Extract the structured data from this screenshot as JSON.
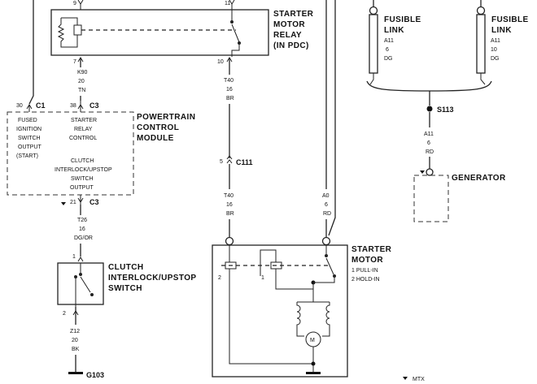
{
  "relay": {
    "title": [
      "STARTER",
      "MOTOR",
      "RELAY",
      "(IN PDC)"
    ],
    "pin_9": "9",
    "pin_11": "11",
    "pin_7": "7",
    "pin_10": "10"
  },
  "wires": {
    "k90": [
      "K90",
      "20",
      "TN"
    ],
    "t40_top": [
      "T40",
      "16",
      "BR"
    ],
    "t40_bot": [
      "T40",
      "16",
      "BR"
    ],
    "a0": [
      "A0",
      "6",
      "RD"
    ],
    "t26": [
      "T26",
      "16",
      "DG/OR"
    ],
    "z12": [
      "Z12",
      "20",
      "BK"
    ],
    "a11_left": [
      "A11",
      "6",
      "DG"
    ],
    "a11_right": [
      "A11",
      "10",
      "DG"
    ],
    "a11_mid": [
      "A11",
      "6",
      "RD"
    ]
  },
  "pcm": {
    "title": [
      "POWERTRAIN",
      "CONTROL",
      "MODULE"
    ],
    "pin_30": "30",
    "c1": "C1",
    "pin_38": "38",
    "c3_top": "C3",
    "pin_21": "21",
    "c3_bot": "C3",
    "fused_ign": [
      "FUSED",
      "IGNITION",
      "SWITCH",
      "OUTPUT",
      "(START)"
    ],
    "starter_relay_ctrl": [
      "STARTER",
      "RELAY",
      "CONTROL"
    ],
    "clutch_out": [
      "CLUTCH",
      "INTERLOCK/UPSTOP",
      "SWITCH",
      "OUTPUT"
    ]
  },
  "c111": {
    "pin": "5",
    "label": "C111"
  },
  "clutch_switch": {
    "title": [
      "CLUTCH",
      "INTERLOCK/UPSTOP",
      "SWITCH"
    ],
    "pin_1": "1",
    "pin_2": "2"
  },
  "ground": {
    "label": "G103"
  },
  "fusible_links": {
    "left": [
      "FUSIBLE",
      "LINK"
    ],
    "right": [
      "FUSIBLE",
      "LINK"
    ]
  },
  "splice": {
    "label": "S113"
  },
  "generator": {
    "label": "GENERATOR"
  },
  "starter_motor": {
    "title": [
      "STARTER",
      "MOTOR"
    ],
    "pull_in": "1 PULL-IN",
    "hold_in": "2 HOLD-IN",
    "coil_2": "2",
    "coil_1": "1",
    "motor_symbol": "M"
  },
  "legend": {
    "mtx": "MTX"
  }
}
